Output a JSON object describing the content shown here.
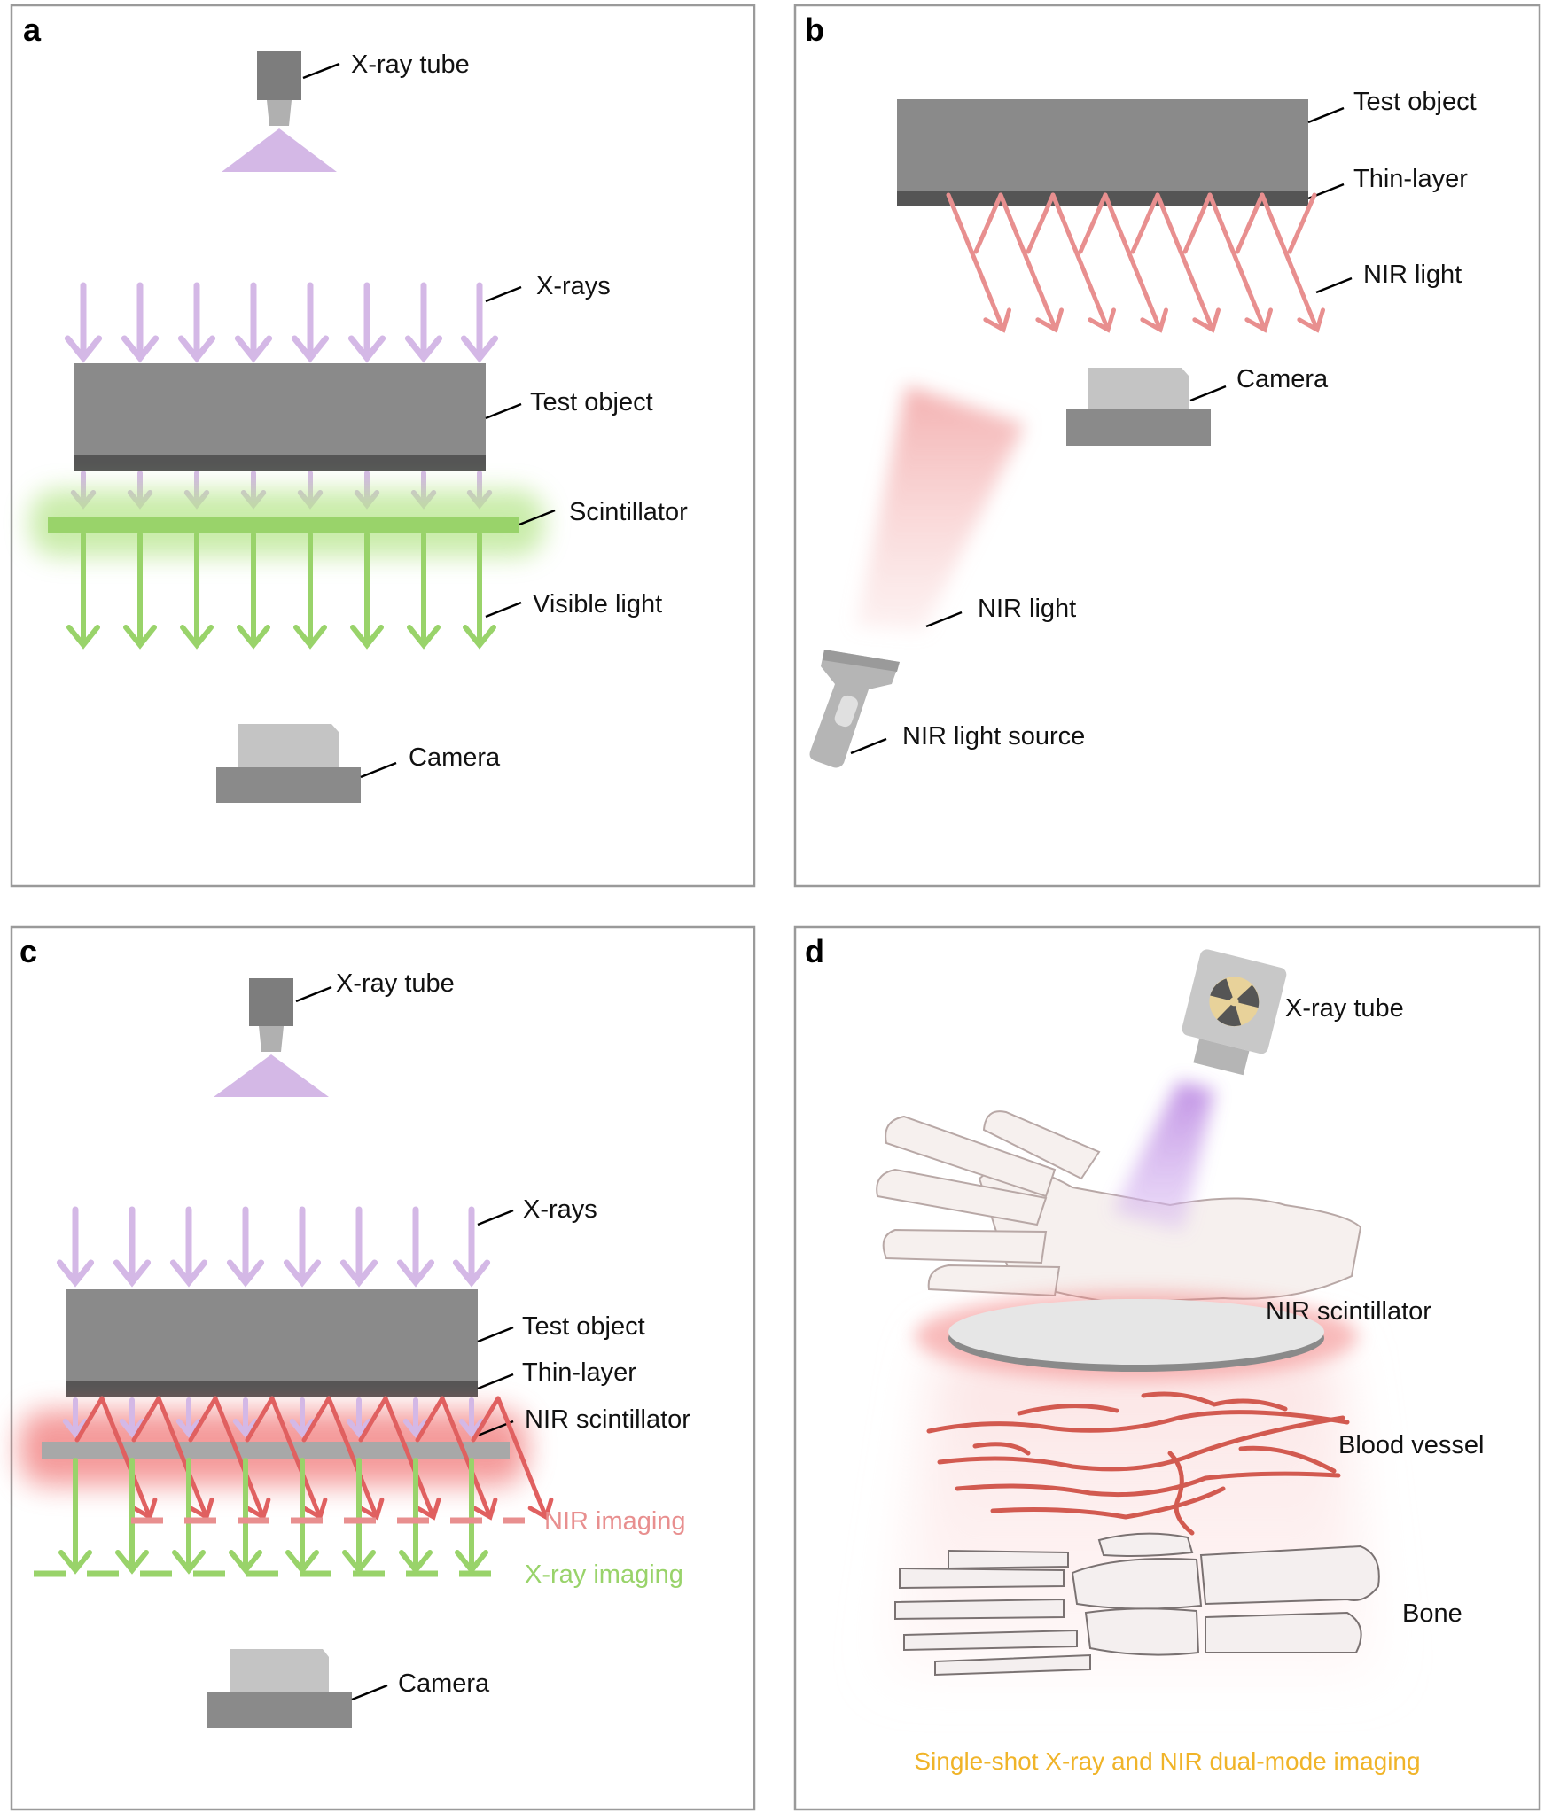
{
  "colors": {
    "panel_border": "#9a9a9a",
    "xray": "#d4b8e6",
    "visible": "#99d36a",
    "nir": "#e88f8f",
    "nir_glow": "#f06060",
    "object": "#8a8a8a",
    "layer": "#555555",
    "camera_top": "#c4c4c4",
    "camera_base": "#8a8a8a",
    "caption": "#f0b429"
  },
  "panel_a": {
    "letter": "a",
    "labels": {
      "xray_tube": "X-ray tube",
      "xrays": "X-rays",
      "test_object": "Test object",
      "scintillator": "Scintillator",
      "visible_light": "Visible light",
      "camera": "Camera"
    }
  },
  "panel_b": {
    "letter": "b",
    "labels": {
      "test_object": "Test object",
      "thin_layer": "Thin-layer",
      "nir_light_reflected": "NIR light",
      "camera": "Camera",
      "nir_light_beam": "NIR light",
      "nir_source": "NIR light source"
    }
  },
  "panel_c": {
    "letter": "c",
    "labels": {
      "xray_tube": "X-ray tube",
      "xrays": "X-rays",
      "test_object": "Test object",
      "thin_layer": "Thin-layer",
      "nir_scintillator": "NIR scintillator",
      "nir_imaging": "NIR imaging",
      "xray_imaging": "X-ray imaging",
      "camera": "Camera"
    }
  },
  "panel_d": {
    "letter": "d",
    "labels": {
      "xray_tube": "X-ray tube",
      "nir_scintillator": "NIR scintillator",
      "blood_vessel": "Blood vessel",
      "bone": "Bone"
    },
    "caption": "Single-shot X-ray and NIR dual-mode imaging",
    "icons": [
      "radiation-icon",
      "hand-illustration",
      "blood-vessel-illustration",
      "bone-illustration"
    ]
  }
}
